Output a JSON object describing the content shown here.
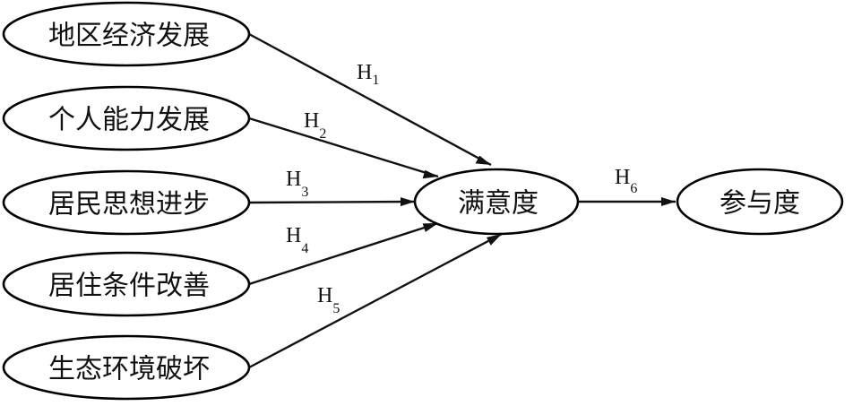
{
  "nodes": {
    "regional_economy": "地区经济发展",
    "personal_ability": "个人能力发展",
    "resident_thought": "居民思想进步",
    "living_conditions": "居住条件改善",
    "ecological_damage": "生态环境破坏",
    "satisfaction": "满意度",
    "participation": "参与度"
  },
  "hypotheses": {
    "h1": {
      "main": "H",
      "sub": "1"
    },
    "h2": {
      "main": "H",
      "sub": "2"
    },
    "h3": {
      "main": "H",
      "sub": "3"
    },
    "h4": {
      "main": "H",
      "sub": "4"
    },
    "h5": {
      "main": "H",
      "sub": "5"
    },
    "h6": {
      "main": "H",
      "sub": "6"
    }
  },
  "colors": {
    "stroke": "#000000",
    "background": "#ffffff"
  }
}
